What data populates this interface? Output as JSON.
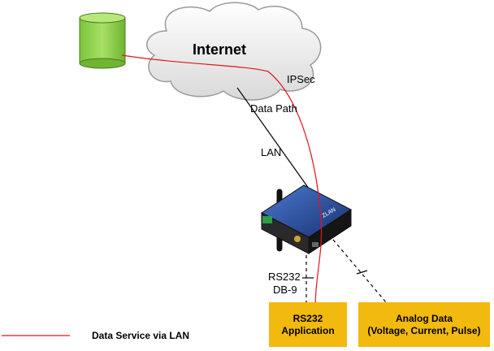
{
  "cloud": {
    "label": "Internet"
  },
  "links": {
    "ipsec": "IPSec",
    "data_path": "Data Path",
    "lan": "LAN",
    "serial_top": "RS232",
    "serial_bottom": "DB-9"
  },
  "device": {
    "brand": "ZLAN"
  },
  "boxes": {
    "rs232": {
      "line1": "RS232",
      "line2": "Application"
    },
    "analog": {
      "line1": "Analog Data",
      "line2": "(Voltage, Current, Pulse)"
    }
  },
  "legend": {
    "label": "Data Service via LAN"
  },
  "colors": {
    "database": "#8cd44a",
    "data_line": "#e0161c",
    "box": "#f2b90f",
    "device_top": "#2a4a9a",
    "device_body": "#1e1e1e"
  }
}
